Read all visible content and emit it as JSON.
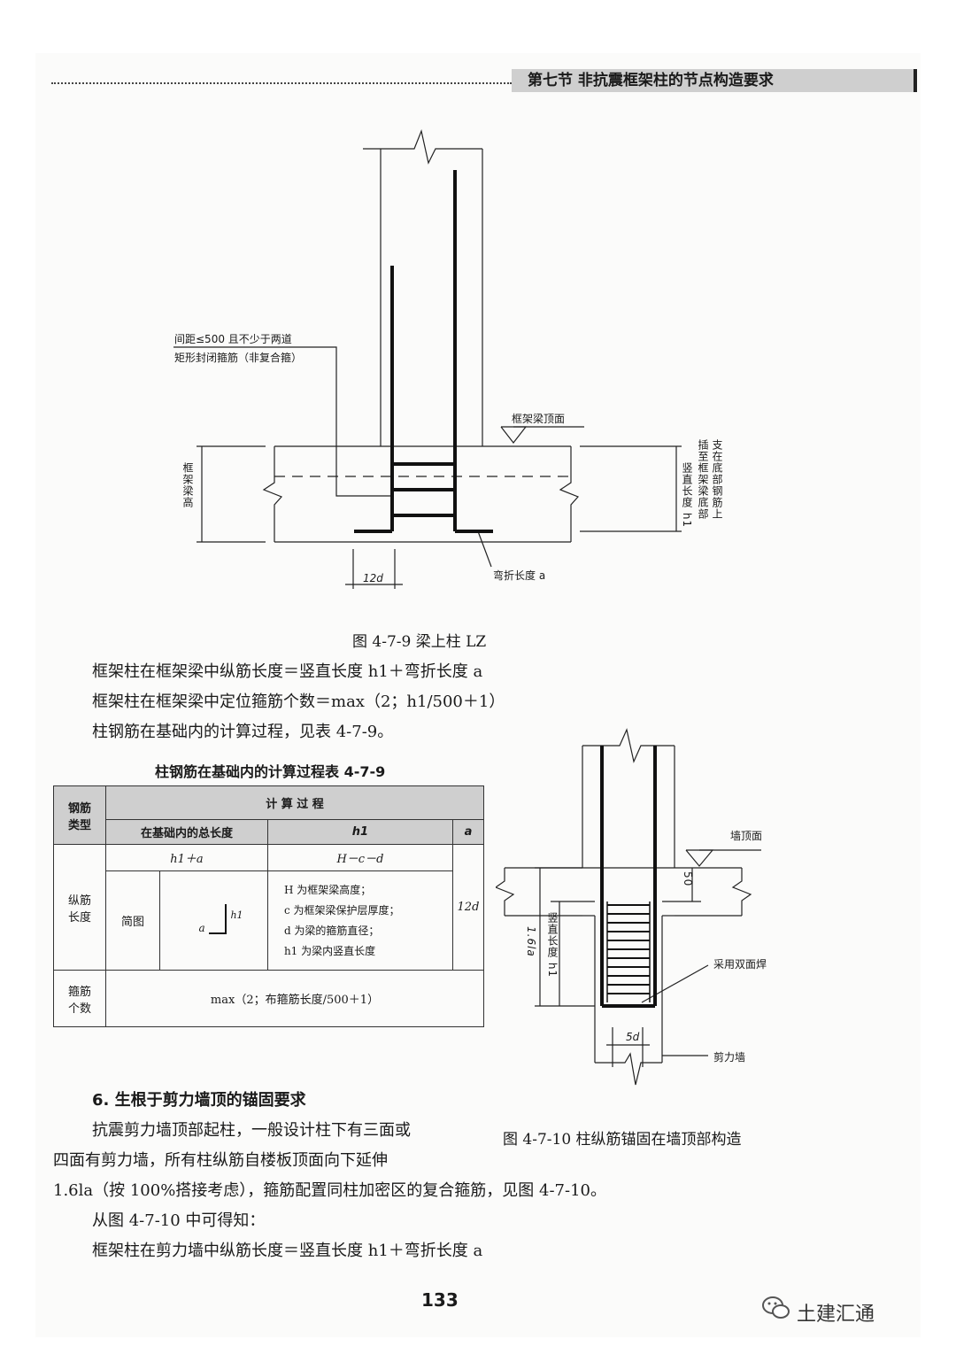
{
  "header": {
    "title": "第七节  非抗震框架柱的节点构造要求"
  },
  "fig1": {
    "label_spacing_1": "间距≤500 且不少于两道",
    "label_spacing_2": "矩形封闭箍筋（非复合箍）",
    "label_beam_top": "框架梁顶面",
    "label_beam_height": "框架梁高",
    "label_vertical": "竖直长度 h1",
    "label_insert_1": "插至框架梁底部",
    "label_insert_2": "支在底部钢筋上",
    "label_12d": "12d",
    "label_bend": "弯折长度 a",
    "caption": "图 4-7-9   梁上柱 LZ"
  },
  "text1": [
    "框架柱在框架梁中纵筋长度＝竖直长度 h1＋弯折长度 a",
    "框架柱在框架梁中定位箍筋个数＝max（2；h1/500＋1）",
    "柱钢筋在基础内的计算过程，见表 4-7-9。"
  ],
  "table": {
    "title": "柱钢筋在基础内的计算过程表 4-7-9",
    "h_type_1": "钢筋",
    "h_type_2": "类型",
    "h_process": "计 算 过 程",
    "h_total": "在基础内的总长度",
    "h_h1": "h1",
    "h_a": "a",
    "r1_total": "h1＋a",
    "r1_h1": "H－c－d",
    "long_1": "纵筋",
    "long_2": "长度",
    "sketch": "简图",
    "sk_a": "a",
    "sk_h1": "h1",
    "notes": [
      "H 为框架梁高度；",
      "c 为框架梁保护层厚度；",
      "d 为梁的箍筋直径；",
      "h1 为梁内竖直长度"
    ],
    "a_value": "12d",
    "stir_1": "箍筋",
    "stir_2": "个数",
    "stir_formula": "max（2；布箍筋长度/500＋1）"
  },
  "fig2": {
    "label_wall_top": "墙顶面",
    "label_50": "50",
    "label_16la": "1.6la",
    "label_vert": "竖直长度 h1",
    "label_weld": "采用双面焊",
    "label_5d": "5d",
    "label_wall": "剪力墙",
    "caption": "图 4-7-10   柱纵筋锚固在墙顶部构造"
  },
  "section": {
    "title": "6. 生根于剪力墙顶的锚固要求"
  },
  "text2": [
    "抗震剪力墙顶部起柱，一般设计柱下有三面或",
    "四面有剪力墙，所有柱纵筋自楼板顶面向下延伸",
    "1.6la（按 100%搭接考虑），箍筋配置同柱加密区的复合箍筋，见图 4-7-10。",
    "从图 4-7-10 中可得知：",
    "框架柱在剪力墙中纵筋长度＝竖直长度 h1＋弯折长度 a"
  ],
  "footer": {
    "page": "133",
    "watermark": "土建汇通"
  }
}
